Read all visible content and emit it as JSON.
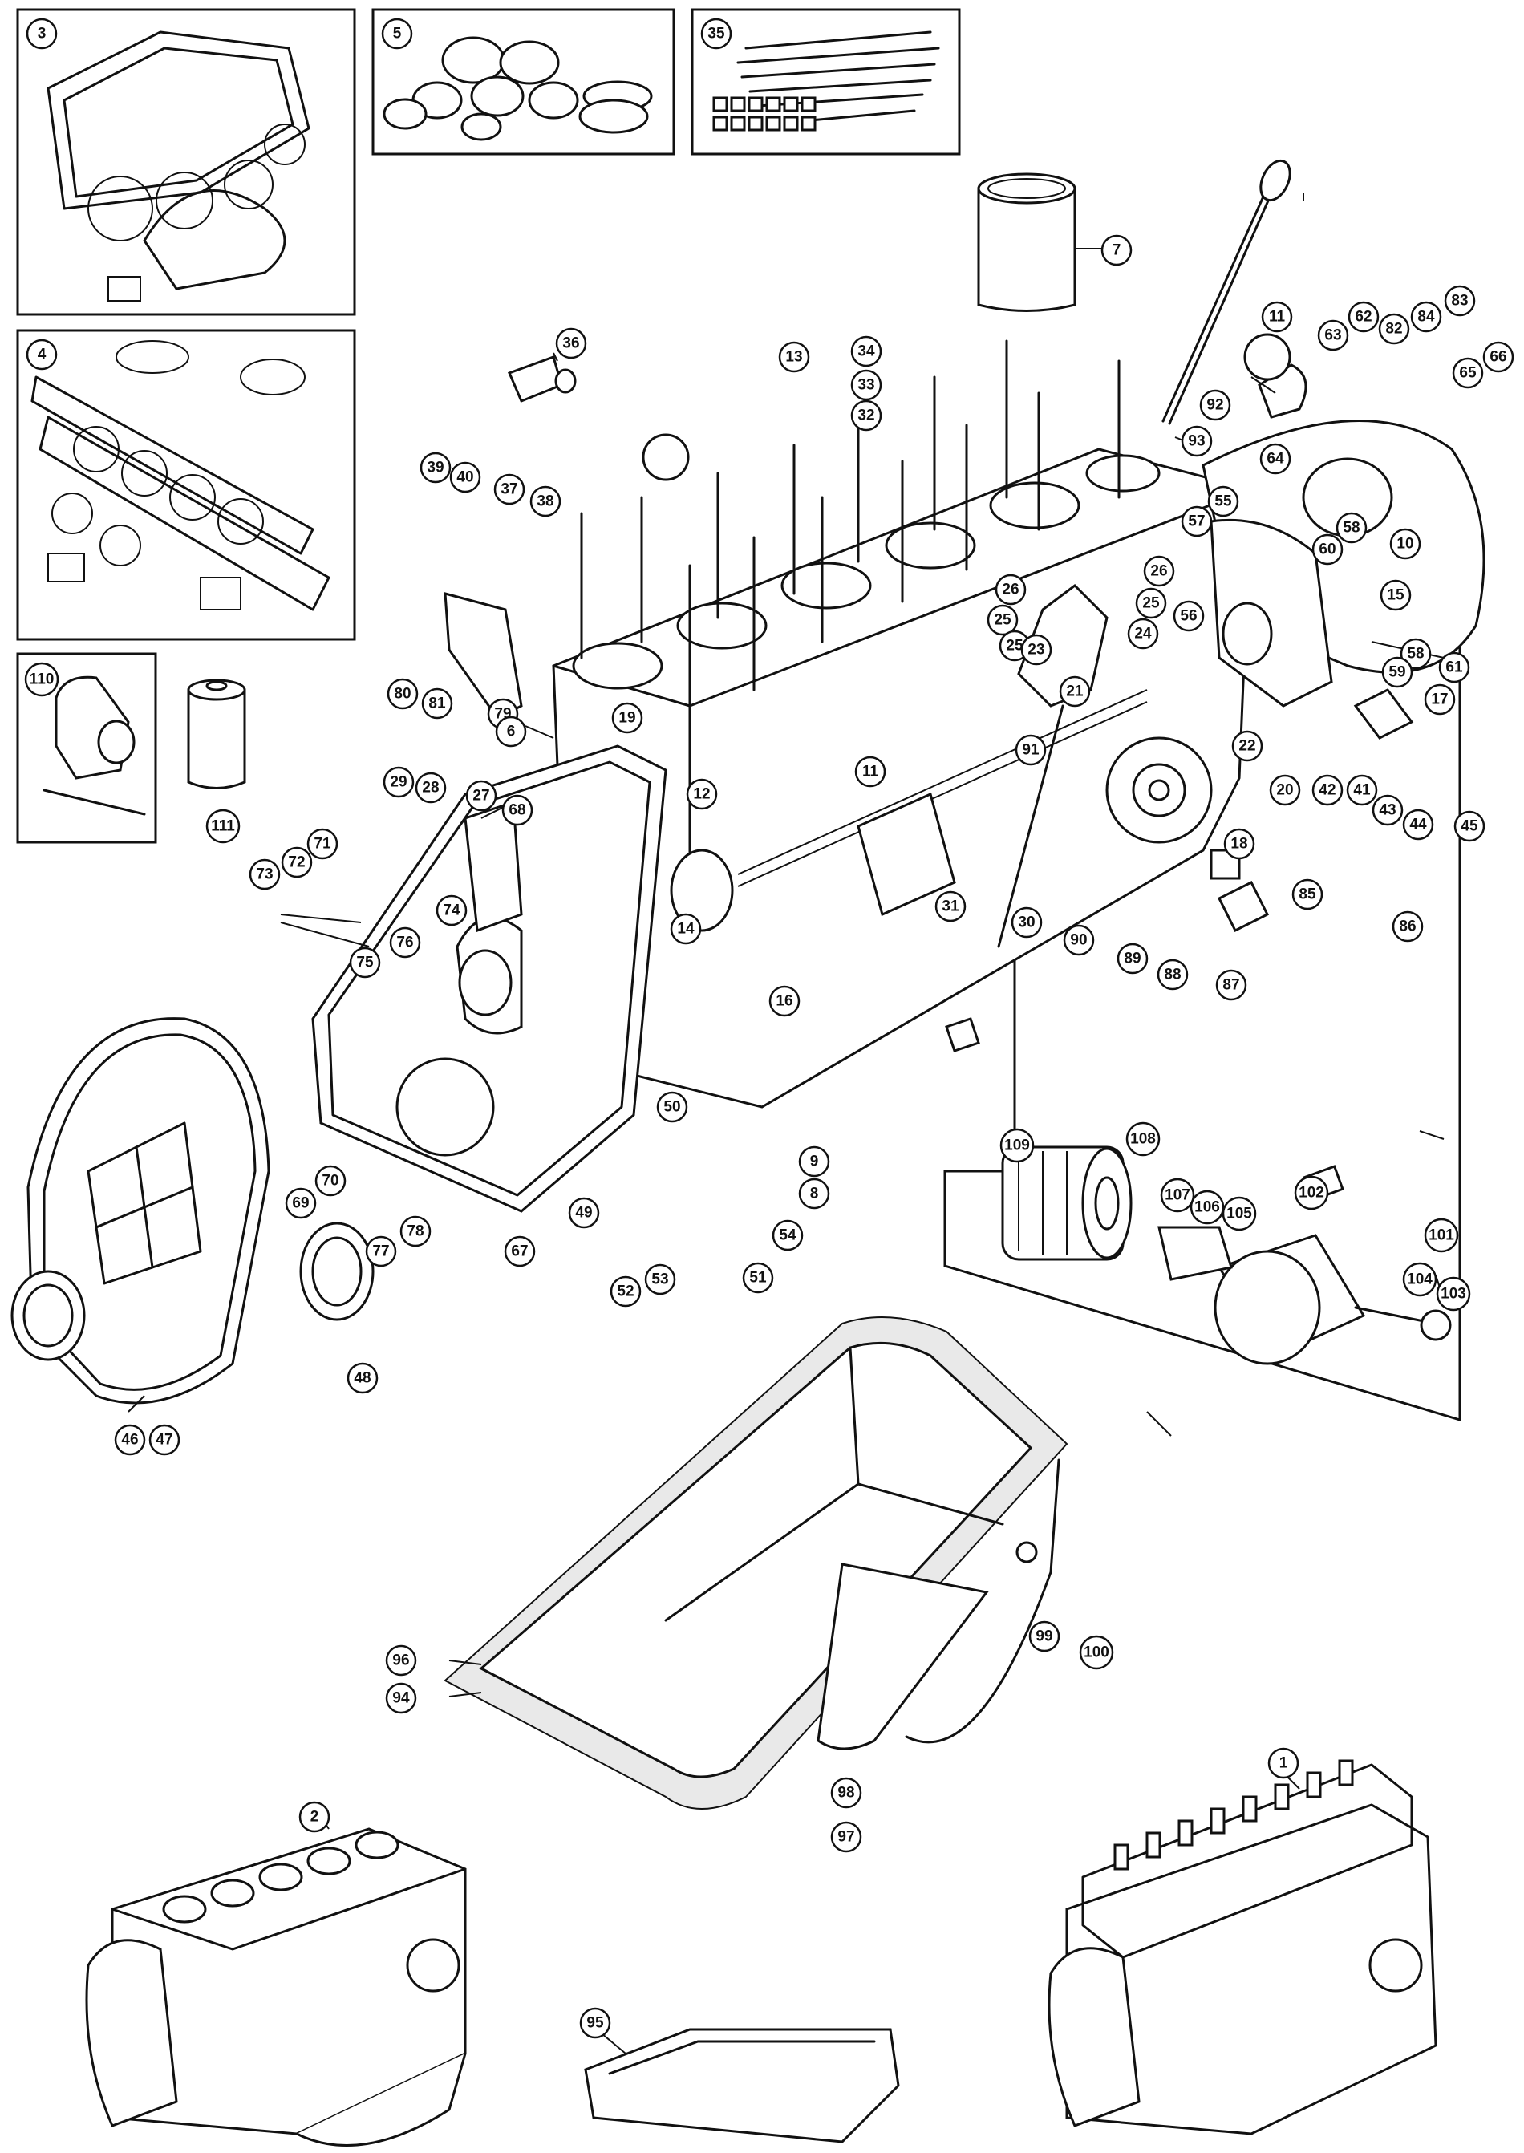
{
  "diagram": {
    "callouts": [
      {
        "id": "c3",
        "label": "3"
      },
      {
        "id": "c5",
        "label": "5"
      },
      {
        "id": "c35",
        "label": "35"
      },
      {
        "id": "c4",
        "label": "4"
      },
      {
        "id": "c110",
        "label": "110"
      },
      {
        "id": "c111",
        "label": "111"
      },
      {
        "id": "c7",
        "label": "7"
      },
      {
        "id": "c36",
        "label": "36"
      },
      {
        "id": "c13",
        "label": "13"
      },
      {
        "id": "c34",
        "label": "34"
      },
      {
        "id": "c33",
        "label": "33"
      },
      {
        "id": "c32",
        "label": "32"
      },
      {
        "id": "c39",
        "label": "39"
      },
      {
        "id": "c40",
        "label": "40"
      },
      {
        "id": "c37",
        "label": "37"
      },
      {
        "id": "c38",
        "label": "38"
      },
      {
        "id": "c92",
        "label": "92"
      },
      {
        "id": "c93",
        "label": "93"
      },
      {
        "id": "c11a",
        "label": "11"
      },
      {
        "id": "c63",
        "label": "63"
      },
      {
        "id": "c62",
        "label": "62"
      },
      {
        "id": "c82",
        "label": "82"
      },
      {
        "id": "c84",
        "label": "84"
      },
      {
        "id": "c83",
        "label": "83"
      },
      {
        "id": "c65",
        "label": "65"
      },
      {
        "id": "c66",
        "label": "66"
      },
      {
        "id": "c64",
        "label": "64"
      },
      {
        "id": "c55",
        "label": "55"
      },
      {
        "id": "c57",
        "label": "57"
      },
      {
        "id": "c58a",
        "label": "58"
      },
      {
        "id": "c60",
        "label": "60"
      },
      {
        "id": "c10",
        "label": "10"
      },
      {
        "id": "c15",
        "label": "15"
      },
      {
        "id": "c26a",
        "label": "26"
      },
      {
        "id": "c26b",
        "label": "26"
      },
      {
        "id": "c25a",
        "label": "25"
      },
      {
        "id": "c25b",
        "label": "25"
      },
      {
        "id": "c25c",
        "label": "25"
      },
      {
        "id": "c23",
        "label": "23"
      },
      {
        "id": "c24",
        "label": "24"
      },
      {
        "id": "c56",
        "label": "56"
      },
      {
        "id": "c58b",
        "label": "58"
      },
      {
        "id": "c59",
        "label": "59"
      },
      {
        "id": "c61",
        "label": "61"
      },
      {
        "id": "c80",
        "label": "80"
      },
      {
        "id": "c81",
        "label": "81"
      },
      {
        "id": "c79",
        "label": "79"
      },
      {
        "id": "c6",
        "label": "6"
      },
      {
        "id": "c19",
        "label": "19"
      },
      {
        "id": "c21",
        "label": "21"
      },
      {
        "id": "c22",
        "label": "22"
      },
      {
        "id": "c17",
        "label": "17"
      },
      {
        "id": "c29",
        "label": "29"
      },
      {
        "id": "c28",
        "label": "28"
      },
      {
        "id": "c27",
        "label": "27"
      },
      {
        "id": "c12",
        "label": "12"
      },
      {
        "id": "c11b",
        "label": "11"
      },
      {
        "id": "c91",
        "label": "91"
      },
      {
        "id": "c20",
        "label": "20"
      },
      {
        "id": "c42",
        "label": "42"
      },
      {
        "id": "c41",
        "label": "41"
      },
      {
        "id": "c43",
        "label": "43"
      },
      {
        "id": "c44",
        "label": "44"
      },
      {
        "id": "c45",
        "label": "45"
      },
      {
        "id": "c68",
        "label": "68"
      },
      {
        "id": "c71",
        "label": "71"
      },
      {
        "id": "c72",
        "label": "72"
      },
      {
        "id": "c73",
        "label": "73"
      },
      {
        "id": "c18",
        "label": "18"
      },
      {
        "id": "c85",
        "label": "85"
      },
      {
        "id": "c86",
        "label": "86"
      },
      {
        "id": "c74",
        "label": "74"
      },
      {
        "id": "c31",
        "label": "31"
      },
      {
        "id": "c30",
        "label": "30"
      },
      {
        "id": "c90",
        "label": "90"
      },
      {
        "id": "c89",
        "label": "89"
      },
      {
        "id": "c88",
        "label": "88"
      },
      {
        "id": "c87",
        "label": "87"
      },
      {
        "id": "c14",
        "label": "14"
      },
      {
        "id": "c76",
        "label": "76"
      },
      {
        "id": "c75",
        "label": "75"
      },
      {
        "id": "c16",
        "label": "16"
      },
      {
        "id": "c109",
        "label": "109"
      },
      {
        "id": "c108",
        "label": "108"
      },
      {
        "id": "c50",
        "label": "50"
      },
      {
        "id": "c9",
        "label": "9"
      },
      {
        "id": "c8",
        "label": "8"
      },
      {
        "id": "c107",
        "label": "107"
      },
      {
        "id": "c106",
        "label": "106"
      },
      {
        "id": "c105",
        "label": "105"
      },
      {
        "id": "c102",
        "label": "102"
      },
      {
        "id": "c101",
        "label": "101"
      },
      {
        "id": "c69",
        "label": "69"
      },
      {
        "id": "c70",
        "label": "70"
      },
      {
        "id": "c77",
        "label": "77"
      },
      {
        "id": "c78",
        "label": "78"
      },
      {
        "id": "c49",
        "label": "49"
      },
      {
        "id": "c67",
        "label": "67"
      },
      {
        "id": "c54",
        "label": "54"
      },
      {
        "id": "c52",
        "label": "52"
      },
      {
        "id": "c53",
        "label": "53"
      },
      {
        "id": "c51",
        "label": "51"
      },
      {
        "id": "c104",
        "label": "104"
      },
      {
        "id": "c103",
        "label": "103"
      },
      {
        "id": "c48",
        "label": "48"
      },
      {
        "id": "c46",
        "label": "46"
      },
      {
        "id": "c47",
        "label": "47"
      },
      {
        "id": "c99",
        "label": "99"
      },
      {
        "id": "c100",
        "label": "100"
      },
      {
        "id": "c96",
        "label": "96"
      },
      {
        "id": "c94",
        "label": "94"
      },
      {
        "id": "c98",
        "label": "98"
      },
      {
        "id": "c97",
        "label": "97"
      },
      {
        "id": "c2",
        "label": "2"
      },
      {
        "id": "c1",
        "label": "1"
      },
      {
        "id": "c95",
        "label": "95"
      }
    ]
  }
}
